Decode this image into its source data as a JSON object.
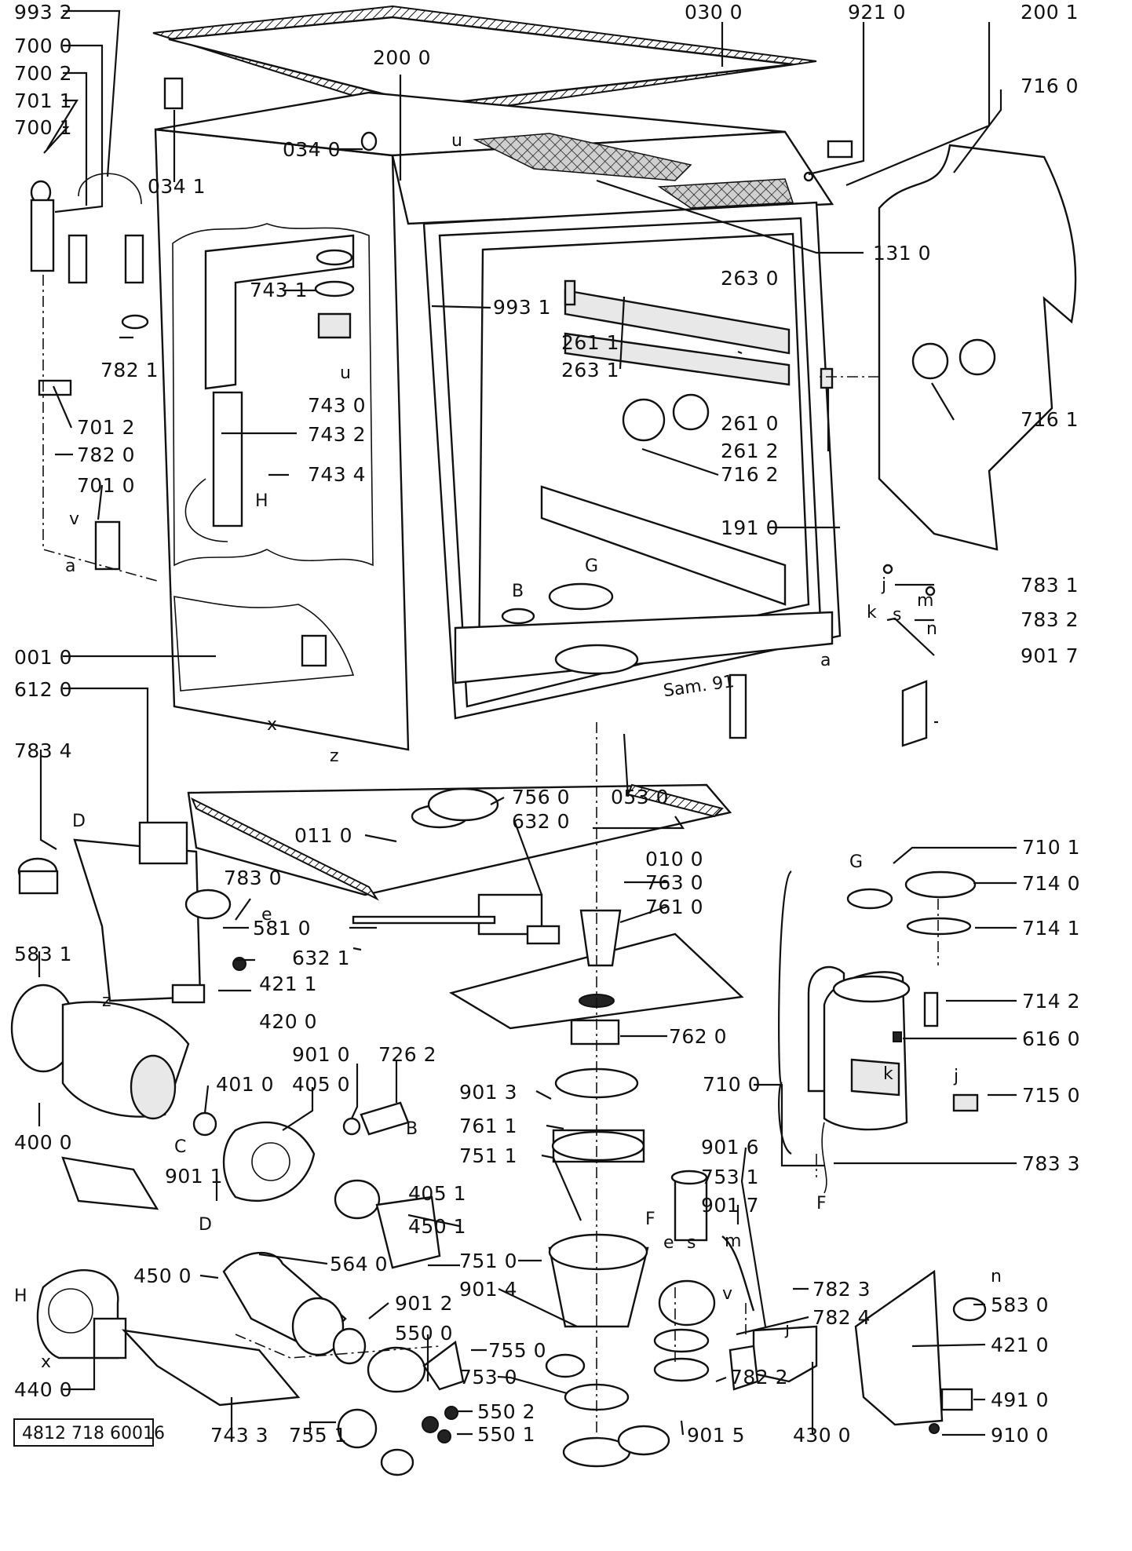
{
  "document_number": "4812 718 60016",
  "stamp": "Sam. 91",
  "labels": [
    {
      "id": "l9932",
      "text": "993 2"
    },
    {
      "id": "l7000",
      "text": "700 0"
    },
    {
      "id": "l7002",
      "text": "700 2"
    },
    {
      "id": "l7011",
      "text": "701 1"
    },
    {
      "id": "l7001",
      "text": "700 1"
    },
    {
      "id": "l0341",
      "text": "034 1"
    },
    {
      "id": "l0340",
      "text": "034 0"
    },
    {
      "id": "l2000",
      "text": "200 0"
    },
    {
      "id": "l0300",
      "text": "030 0"
    },
    {
      "id": "l9210",
      "text": "921 0"
    },
    {
      "id": "l2001",
      "text": "200 1"
    },
    {
      "id": "l7160",
      "text": "716 0"
    },
    {
      "id": "l1310",
      "text": "131 0"
    },
    {
      "id": "l2630",
      "text": "263 0"
    },
    {
      "id": "l9931",
      "text": "993 1"
    },
    {
      "id": "l7431",
      "text": "743 1"
    },
    {
      "id": "l7821",
      "text": "782 1"
    },
    {
      "id": "l2611",
      "text": "261 1"
    },
    {
      "id": "l2631",
      "text": "263 1"
    },
    {
      "id": "l7430",
      "text": "743 0"
    },
    {
      "id": "l7161",
      "text": "716 1"
    },
    {
      "id": "l2610",
      "text": "261 0"
    },
    {
      "id": "l2612",
      "text": "261 2"
    },
    {
      "id": "l7012",
      "text": "701 2"
    },
    {
      "id": "l7432",
      "text": "743 2"
    },
    {
      "id": "l7820",
      "text": "782 0"
    },
    {
      "id": "l7162",
      "text": "716 2"
    },
    {
      "id": "l7434",
      "text": "743 4"
    },
    {
      "id": "l7010",
      "text": "701 0"
    },
    {
      "id": "l1910",
      "text": "191 0"
    },
    {
      "id": "l7831",
      "text": "783 1"
    },
    {
      "id": "l7832",
      "text": "783 2"
    },
    {
      "id": "l0010",
      "text": "001 0"
    },
    {
      "id": "l9017a",
      "text": "901 7"
    },
    {
      "id": "l6120",
      "text": "612 0"
    },
    {
      "id": "l7834",
      "text": "783 4"
    },
    {
      "id": "l7560",
      "text": "756 0"
    },
    {
      "id": "l0530",
      "text": "053 0"
    },
    {
      "id": "l6320",
      "text": "632 0"
    },
    {
      "id": "l0110",
      "text": "011 0"
    },
    {
      "id": "l0100",
      "text": "010 0"
    },
    {
      "id": "l7101",
      "text": "710 1"
    },
    {
      "id": "l7630",
      "text": "763 0"
    },
    {
      "id": "l7140",
      "text": "714 0"
    },
    {
      "id": "l7830",
      "text": "783 0"
    },
    {
      "id": "l7610",
      "text": "761 0"
    },
    {
      "id": "l5810",
      "text": "581 0"
    },
    {
      "id": "l7141",
      "text": "714 1"
    },
    {
      "id": "l6321",
      "text": "632 1"
    },
    {
      "id": "l5831",
      "text": "583 1"
    },
    {
      "id": "l4211",
      "text": "421 1"
    },
    {
      "id": "l7142",
      "text": "714 2"
    },
    {
      "id": "l4200",
      "text": "420 0"
    },
    {
      "id": "l7620",
      "text": "762 0"
    },
    {
      "id": "l6160",
      "text": "616 0"
    },
    {
      "id": "l9010",
      "text": "901 0"
    },
    {
      "id": "l7262",
      "text": "726 2"
    },
    {
      "id": "l4010",
      "text": "401 0"
    },
    {
      "id": "l4050",
      "text": "405 0"
    },
    {
      "id": "l7100",
      "text": "710 0"
    },
    {
      "id": "l9013",
      "text": "901 3"
    },
    {
      "id": "l7150",
      "text": "715 0"
    },
    {
      "id": "l4000",
      "text": "400 0"
    },
    {
      "id": "l7611",
      "text": "761 1"
    },
    {
      "id": "l9016",
      "text": "901 6"
    },
    {
      "id": "l7511",
      "text": "751 1"
    },
    {
      "id": "l7833",
      "text": "783 3"
    },
    {
      "id": "l7531",
      "text": "753 1"
    },
    {
      "id": "l9011",
      "text": "901 1"
    },
    {
      "id": "l4051",
      "text": "405 1"
    },
    {
      "id": "l9017b",
      "text": "901 7"
    },
    {
      "id": "l4501",
      "text": "450 1"
    },
    {
      "id": "l5640",
      "text": "564 0"
    },
    {
      "id": "l4500",
      "text": "450 0"
    },
    {
      "id": "l7510",
      "text": "751 0"
    },
    {
      "id": "l7823",
      "text": "782 3"
    },
    {
      "id": "l5830",
      "text": "583 0"
    },
    {
      "id": "l9014",
      "text": "901 4"
    },
    {
      "id": "l7824",
      "text": "782 4"
    },
    {
      "id": "l9012",
      "text": "901 2"
    },
    {
      "id": "l5500",
      "text": "550 0"
    },
    {
      "id": "l4210",
      "text": "421 0"
    },
    {
      "id": "l7550",
      "text": "755 0"
    },
    {
      "id": "l7530",
      "text": "753 0"
    },
    {
      "id": "l4400",
      "text": "440 0"
    },
    {
      "id": "l5502",
      "text": "550 2"
    },
    {
      "id": "l7822",
      "text": "782 2"
    },
    {
      "id": "l4910",
      "text": "491 0"
    },
    {
      "id": "l7433",
      "text": "743 3"
    },
    {
      "id": "l7551",
      "text": "755 1"
    },
    {
      "id": "l5501",
      "text": "550 1"
    },
    {
      "id": "l9015",
      "text": "901 5"
    },
    {
      "id": "l4300",
      "text": "430 0"
    },
    {
      "id": "l9100",
      "text": "910 0"
    }
  ],
  "letters": [
    {
      "id": "u1",
      "text": "u"
    },
    {
      "id": "u2",
      "text": "u"
    },
    {
      "id": "H1",
      "text": "H"
    },
    {
      "id": "v1",
      "text": "v"
    },
    {
      "id": "a1",
      "text": "a"
    },
    {
      "id": "B1",
      "text": "B"
    },
    {
      "id": "G1",
      "text": "G"
    },
    {
      "id": "x1",
      "text": "x"
    },
    {
      "id": "z1",
      "text": "z"
    },
    {
      "id": "j1",
      "text": "j"
    },
    {
      "id": "k1",
      "text": "k"
    },
    {
      "id": "s1",
      "text": "s"
    },
    {
      "id": "m1",
      "text": "m"
    },
    {
      "id": "n1",
      "text": "n"
    },
    {
      "id": "a2",
      "text": "a"
    },
    {
      "id": "D1",
      "text": "D"
    },
    {
      "id": "e1",
      "text": "e"
    },
    {
      "id": "z2",
      "text": "z"
    },
    {
      "id": "G2",
      "text": "G"
    },
    {
      "id": "k2",
      "text": "k"
    },
    {
      "id": "j2",
      "text": "j"
    },
    {
      "id": "C1",
      "text": "C"
    },
    {
      "id": "B2",
      "text": "B"
    },
    {
      "id": "F1",
      "text": "F"
    },
    {
      "id": "D2",
      "text": "D"
    },
    {
      "id": "F2",
      "text": "F"
    },
    {
      "id": "e2",
      "text": "e"
    },
    {
      "id": "s2",
      "text": "s"
    },
    {
      "id": "m2",
      "text": "m"
    },
    {
      "id": "v2",
      "text": "v"
    },
    {
      "id": "H2",
      "text": "H"
    },
    {
      "id": "x2",
      "text": "x"
    },
    {
      "id": "n2",
      "text": "n"
    },
    {
      "id": "j3",
      "text": "j"
    }
  ]
}
